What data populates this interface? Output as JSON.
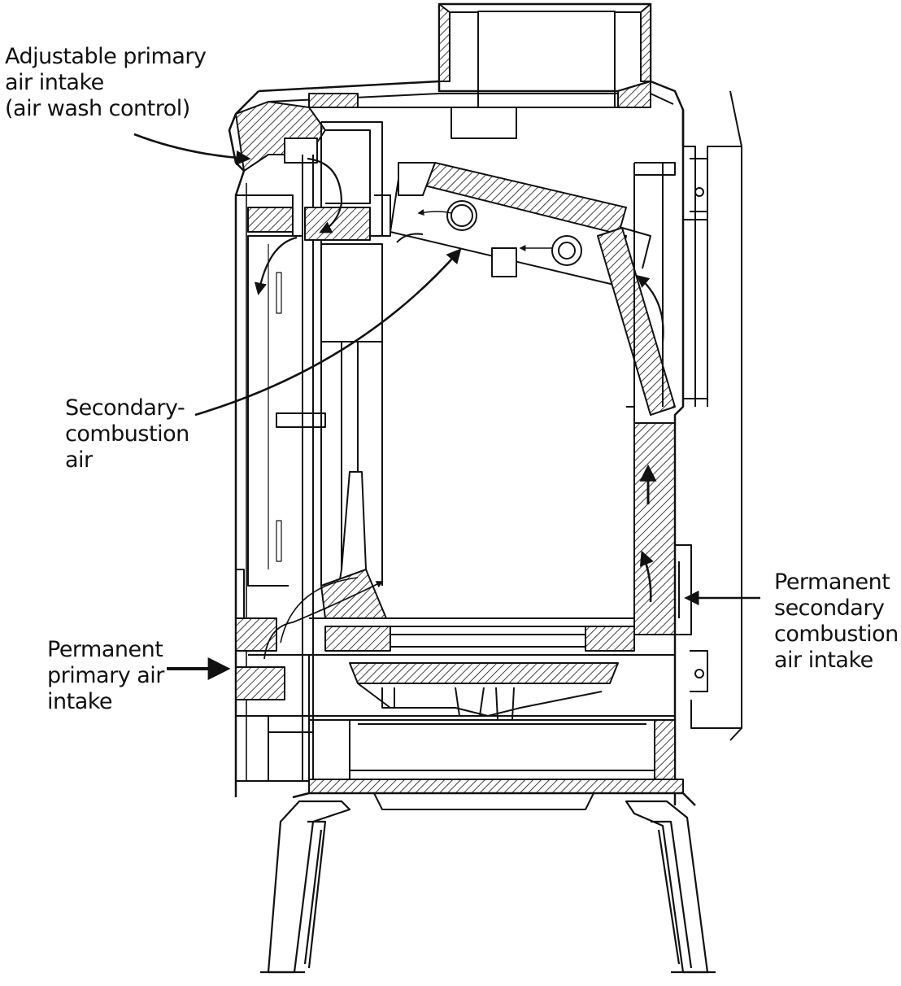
{
  "labels": {
    "adjustable_primary": [
      "Adjustable primary",
      "air intake",
      "(air wash control)"
    ],
    "secondary_combustion": [
      "Secondary-",
      "combustion",
      "air"
    ],
    "permanent_primary": [
      "Permanent",
      "primary air",
      "intake"
    ],
    "permanent_secondary": [
      "Permanent",
      "secondary",
      "combustion",
      "air intake"
    ]
  },
  "colors": {
    "line": "#111111",
    "background": "#ffffff"
  }
}
